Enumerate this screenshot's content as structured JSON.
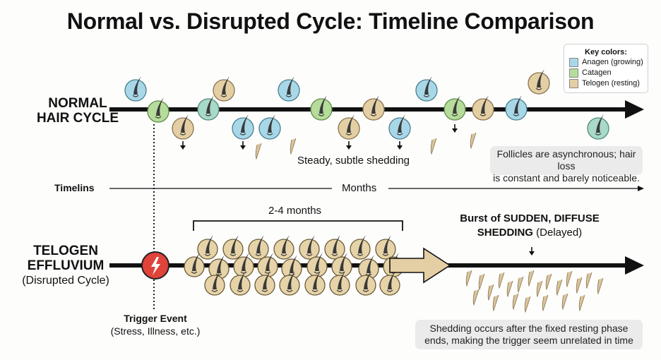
{
  "title": "Normal vs. Disrupted Cycle: Timeline Comparison",
  "legend": {
    "title": "Key colors:",
    "items": [
      {
        "label": "Anagen (growing)",
        "color": "#a8d8e8"
      },
      {
        "label": "Catagen",
        "color": "#b5dc9a"
      },
      {
        "label": "Telogen (resting)",
        "color": "#e4cfa4"
      }
    ]
  },
  "normal": {
    "label_line1": "NORMAL",
    "label_line2": "HAIR CYCLE",
    "shedding_label": "Steady, subtle shedding",
    "note_line1": "Follicles are asynchronous; hair loss",
    "note_line2": "is constant and barely noticeable."
  },
  "timeline": {
    "label": "Timelins",
    "unit": "Months"
  },
  "disrupted": {
    "label_line1": "TELOGEN",
    "label_line2": "EFFLUVIUM",
    "label_sub": "(Disrupted Cycle)",
    "bracket_label": "2-4 months",
    "burst_bold": "Burst of SUDDEN, DIFFUSE",
    "burst_bold2": "SHEDDING",
    "burst_sub": "(Delayed)",
    "trigger_title": "Trigger Event",
    "trigger_sub": "(Stress, Illness, etc.)",
    "note_line1": "Shedding occurs after the fixed resting phase",
    "note_line2": "ends, making the trigger seem unrelated in time"
  },
  "colors": {
    "anagen": "#a8d8e8",
    "catagen": "#b5dc9a",
    "telogen": "#e4cfa4",
    "trigger": "#e0433a",
    "note_bg": "#ebebeb"
  }
}
